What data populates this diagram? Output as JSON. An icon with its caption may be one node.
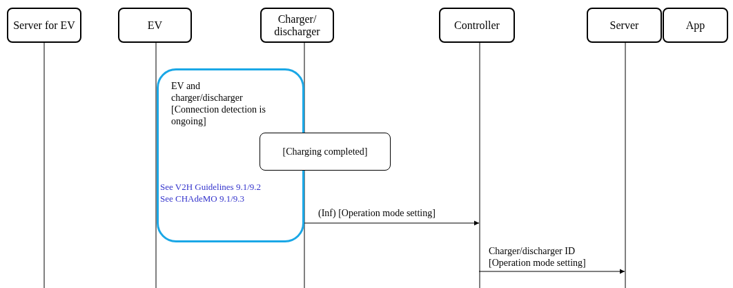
{
  "diagram": {
    "nodes": [
      {
        "text": [
          "Server for EV"
        ]
      },
      {
        "text": [
          "EV"
        ]
      },
      {
        "text": [
          "Charger/ discharger"
        ]
      },
      {
        "text": [
          "Controller"
        ]
      },
      {
        "text": [
          "Server"
        ]
      },
      {
        "text": [
          "App"
        ]
      },
      {
        "text": [
          "EV and charger/discharger [Connection detection is ongoing]",
          "See V2H Guidelines 9.1/9.2 See CHAdeMO 9.1/9.3"
        ]
      },
      {
        "text": [
          "[Charging completed]"
        ]
      }
    ],
    "edges": [
      {
        "from": 2,
        "to": 3,
        "arrow": "to",
        "label": "(Inf) [Operation mode setting]"
      },
      {
        "from": 3,
        "to": 4,
        "arrow": "to",
        "label": "Charger/discharger ID [Operation mode setting]"
      }
    ]
  }
}
